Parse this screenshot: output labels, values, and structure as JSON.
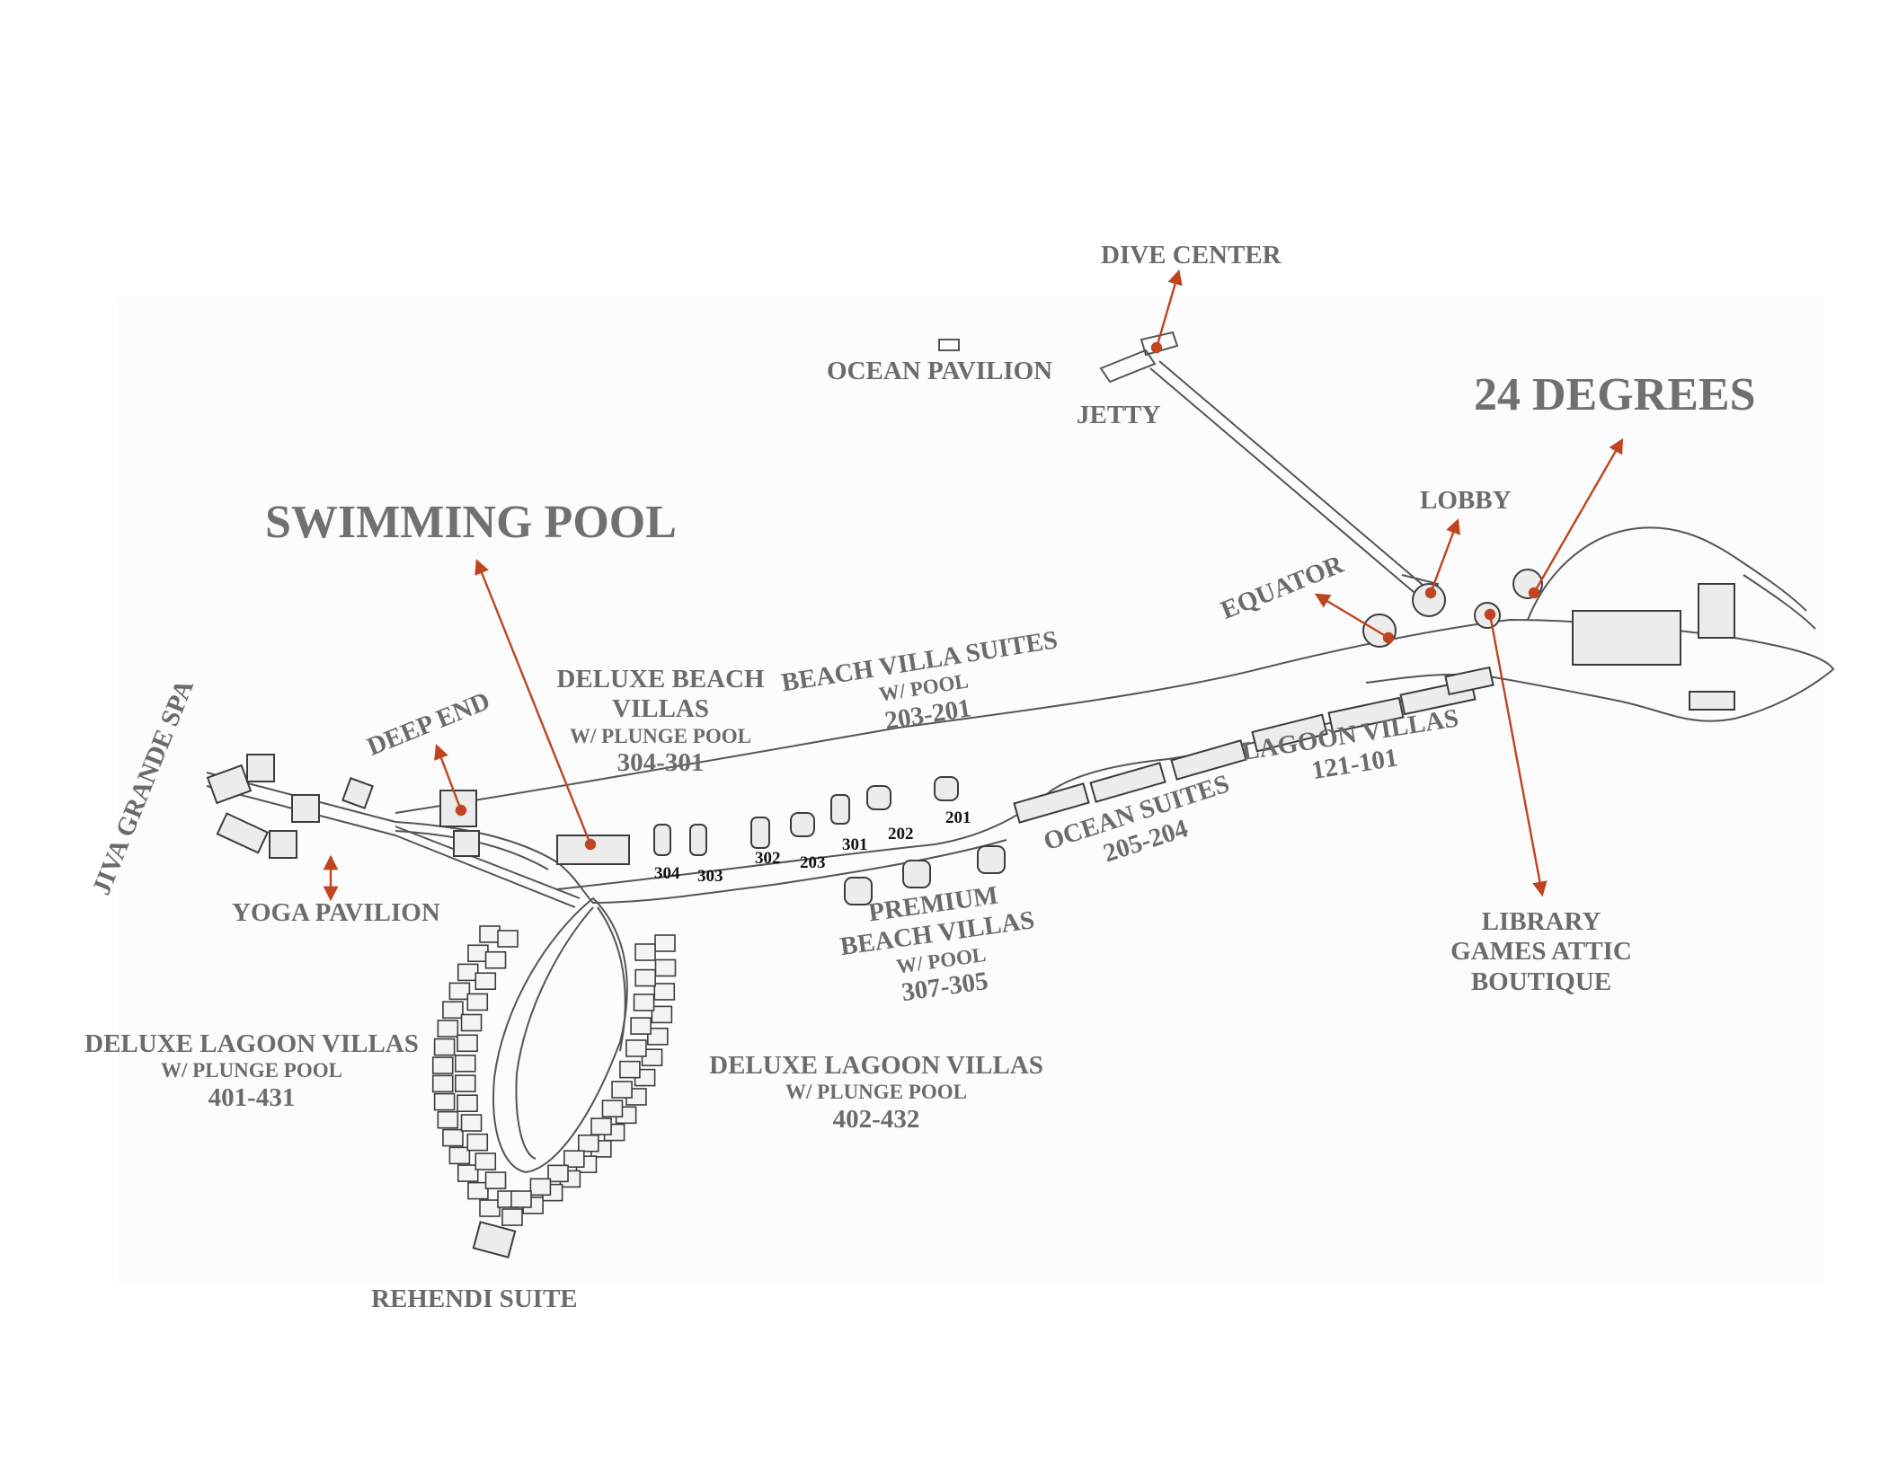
{
  "labels": {
    "dive_center": "DIVE CENTER",
    "ocean_pavilion": "OCEAN PAVILION",
    "jetty": "JETTY",
    "degrees_24": "24 DEGREES",
    "lobby": "LOBBY",
    "swimming_pool": "SWIMMING POOL",
    "equator": "EQUATOR",
    "jiva_grande_spa": "JIVA GRANDE SPA",
    "deep_end": "DEEP END",
    "deluxe_beach_villas": {
      "line1": "DELUXE BEACH",
      "line2": "VILLAS",
      "line3": "W/ PLUNGE POOL",
      "line4": "304-301"
    },
    "beach_villa_suites": {
      "line1": "BEACH VILLA SUITES",
      "line2": "W/ POOL",
      "line3": "203-201"
    },
    "lagoon_villas": {
      "line1": "LAGOON VILLAS",
      "line2": "121-101"
    },
    "ocean_suites": {
      "line1": "OCEAN SUITES",
      "line2": "205-204"
    },
    "premium_beach_villas": {
      "line1": "PREMIUM",
      "line2": "BEACH VILLAS",
      "line3": "W/ POOL",
      "line4": "307-305"
    },
    "yoga_pavilion": "YOGA PAVILION",
    "library_block": {
      "line1": "LIBRARY",
      "line2": "GAMES ATTIC",
      "line3": "BOUTIQUE"
    },
    "deluxe_lagoon_left": {
      "line1": "DELUXE LAGOON VILLAS",
      "line2": "W/ PLUNGE POOL",
      "line3": "401-431"
    },
    "deluxe_lagoon_right": {
      "line1": "DELUXE LAGOON VILLAS",
      "line2": "W/ PLUNGE POOL",
      "line3": "402-432"
    },
    "rehendi_suite": "REHENDI SUITE"
  },
  "villa_numbers": [
    "304",
    "303",
    "302",
    "203",
    "301",
    "202",
    "201"
  ],
  "colors": {
    "arrow": "#c0441f",
    "label": "#6b6b6b",
    "outline": "#444444"
  }
}
